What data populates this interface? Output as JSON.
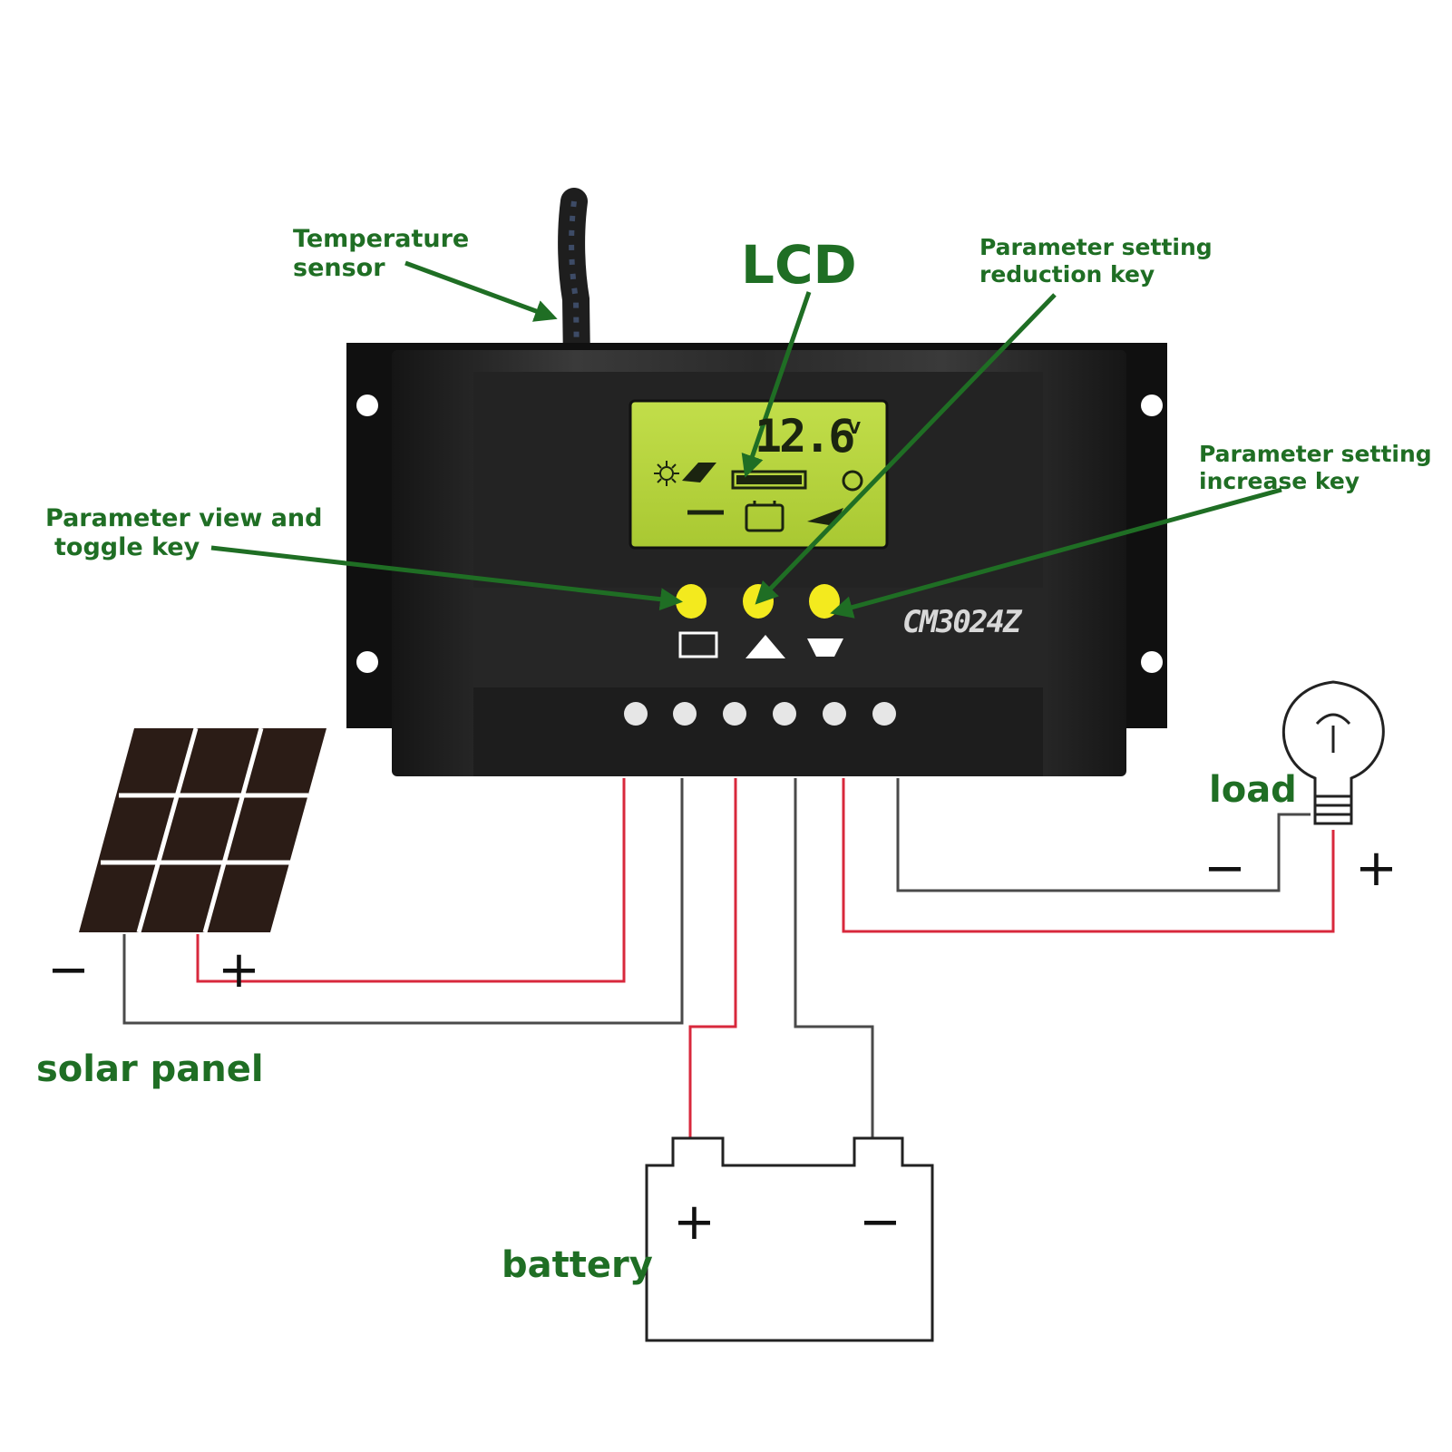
{
  "labels": {
    "temperature_sensor": [
      "Temperature",
      "sensor"
    ],
    "lcd": "LCD",
    "reduction_key": [
      "Parameter setting",
      "reduction key"
    ],
    "increase_key": [
      "Parameter setting",
      "increase key"
    ],
    "view_toggle_key": [
      "Parameter view and",
      "toggle key"
    ],
    "load": "load",
    "solar_panel": "solar panel",
    "battery": "battery"
  },
  "device": {
    "model": "CM3024Z",
    "lcd_value": "12.6",
    "lcd_unit": "V"
  },
  "signs": {
    "panel_minus": "−",
    "panel_plus": "+",
    "load_minus": "−",
    "load_plus": "+",
    "battery_plus": "+",
    "battery_minus": "−"
  },
  "colors": {
    "label_green": "#1f6e24",
    "positive_wire": "#d8283c",
    "negative_wire": "#4a4a4a",
    "controller_body": "#2a2a2a",
    "lcd_screen": "#b6d43a",
    "button_yellow": "#f3ea1e"
  }
}
